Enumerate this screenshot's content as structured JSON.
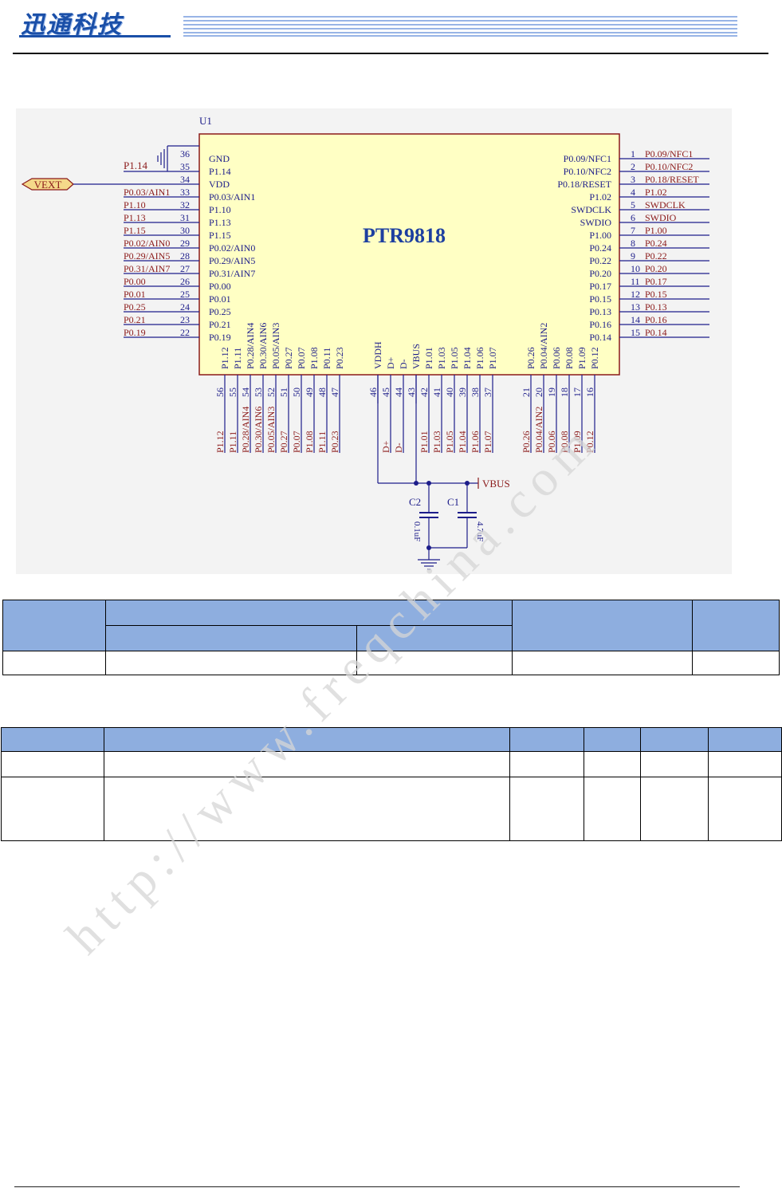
{
  "header": {
    "logo_text": "迅通科技"
  },
  "schematic": {
    "ref": "U1",
    "chip_name": "PTR9818",
    "vext_label": "VEXT",
    "p114_label": "P1.14",
    "vbus_label": "VBUS",
    "left_pins": [
      {
        "num": "36",
        "inner": "GND",
        "outer": ""
      },
      {
        "num": "35",
        "inner": "P1.14",
        "outer": ""
      },
      {
        "num": "34",
        "inner": "VDD",
        "outer": ""
      },
      {
        "num": "33",
        "inner": "P0.03/AIN1",
        "outer": "P0.03/AIN1"
      },
      {
        "num": "32",
        "inner": "P1.10",
        "outer": "P1.10"
      },
      {
        "num": "31",
        "inner": "P1.13",
        "outer": "P1.13"
      },
      {
        "num": "30",
        "inner": "P1.15",
        "outer": "P1.15"
      },
      {
        "num": "29",
        "inner": "P0.02/AIN0",
        "outer": "P0.02/AIN0"
      },
      {
        "num": "28",
        "inner": "P0.29/AIN5",
        "outer": "P0.29/AIN5"
      },
      {
        "num": "27",
        "inner": "P0.31/AIN7",
        "outer": "P0.31/AIN7"
      },
      {
        "num": "26",
        "inner": "P0.00",
        "outer": "P0.00"
      },
      {
        "num": "25",
        "inner": "P0.01",
        "outer": "P0.01"
      },
      {
        "num": "24",
        "inner": "P0.25",
        "outer": "P0.25"
      },
      {
        "num": "23",
        "inner": "P0.21",
        "outer": "P0.21"
      },
      {
        "num": "22",
        "inner": "P0.19",
        "outer": "P0.19"
      }
    ],
    "right_pins": [
      {
        "num": "1",
        "inner": "P0.09/NFC1",
        "outer": "P0.09/NFC1"
      },
      {
        "num": "2",
        "inner": "P0.10/NFC2",
        "outer": "P0.10/NFC2"
      },
      {
        "num": "3",
        "inner": "P0.18/RESET",
        "outer": "P0.18/RESET"
      },
      {
        "num": "4",
        "inner": "P1.02",
        "outer": "P1.02"
      },
      {
        "num": "5",
        "inner": "SWDCLK",
        "outer": "SWDCLK"
      },
      {
        "num": "6",
        "inner": "SWDIO",
        "outer": "SWDIO"
      },
      {
        "num": "7",
        "inner": "P1.00",
        "outer": "P1.00"
      },
      {
        "num": "8",
        "inner": "P0.24",
        "outer": "P0.24"
      },
      {
        "num": "9",
        "inner": "P0.22",
        "outer": "P0.22"
      },
      {
        "num": "10",
        "inner": "P0.20",
        "outer": "P0.20"
      },
      {
        "num": "11",
        "inner": "P0.17",
        "outer": "P0.17"
      },
      {
        "num": "12",
        "inner": "P0.15",
        "outer": "P0.15"
      },
      {
        "num": "13",
        "inner": "P0.13",
        "outer": "P0.13"
      },
      {
        "num": "14",
        "inner": "P0.16",
        "outer": "P0.16"
      },
      {
        "num": "15",
        "inner": "P0.14",
        "outer": "P0.14"
      }
    ],
    "bottom_left_pins": [
      {
        "num": "56",
        "inner": "P1.12",
        "outer": "P1.12"
      },
      {
        "num": "55",
        "inner": "P1.11",
        "outer": "P1.11"
      },
      {
        "num": "54",
        "inner": "P0.28/AIN4",
        "outer": "P0.28/AIN4"
      },
      {
        "num": "53",
        "inner": "P0.30/AIN6",
        "outer": "P0.30/AIN6"
      },
      {
        "num": "52",
        "inner": "P0.05/AIN3",
        "outer": "P0.05/AIN3"
      },
      {
        "num": "51",
        "inner": "P0.27",
        "outer": "P0.27"
      },
      {
        "num": "50",
        "inner": "P0.07",
        "outer": "P0.07"
      },
      {
        "num": "49",
        "inner": "P1.08",
        "outer": "P1.08"
      },
      {
        "num": "48",
        "inner": "P0.11",
        "outer": "P1.11"
      },
      {
        "num": "47",
        "inner": "P0.23",
        "outer": "P0.23"
      }
    ],
    "bottom_mid_pins": [
      {
        "num": "46",
        "inner": "VDDH",
        "outer": ""
      },
      {
        "num": "45",
        "inner": "D+",
        "outer": "D+"
      },
      {
        "num": "44",
        "inner": "D-",
        "outer": "D-"
      },
      {
        "num": "43",
        "inner": "VBUS",
        "outer": ""
      },
      {
        "num": "42",
        "inner": "P1.01",
        "outer": "P1.01"
      },
      {
        "num": "41",
        "inner": "P1.03",
        "outer": "P1.03"
      },
      {
        "num": "40",
        "inner": "P1.05",
        "outer": "P1.05"
      },
      {
        "num": "39",
        "inner": "P1.04",
        "outer": "P1.04"
      },
      {
        "num": "38",
        "inner": "P1.06",
        "outer": "P1.06"
      },
      {
        "num": "37",
        "inner": "P1.07",
        "outer": "P1.07"
      }
    ],
    "bottom_right_pins": [
      {
        "num": "21",
        "inner": "P0.26",
        "outer": "P0.26"
      },
      {
        "num": "20",
        "inner": "P0.04/AIN2",
        "outer": "P0.04/AIN2"
      },
      {
        "num": "19",
        "inner": "P0.06",
        "outer": "P0.06"
      },
      {
        "num": "18",
        "inner": "P0.08",
        "outer": "P0.08"
      },
      {
        "num": "17",
        "inner": "P1.09",
        "outer": "P1.09"
      },
      {
        "num": "16",
        "inner": "P0.12",
        "outer": "P0.12"
      }
    ],
    "capacitors": [
      {
        "ref": "C2",
        "value": "0.1uF"
      },
      {
        "ref": "C1",
        "value": "4.7uF"
      }
    ]
  },
  "watermark": "http://www.freqchina.com",
  "colors": {
    "header_fill": "#8eaedf",
    "net_red": "#8b1a1a",
    "wire_blue": "#1d1d8a",
    "chip_fill": "#ffffc4",
    "chip_border": "#8b1a1a"
  }
}
